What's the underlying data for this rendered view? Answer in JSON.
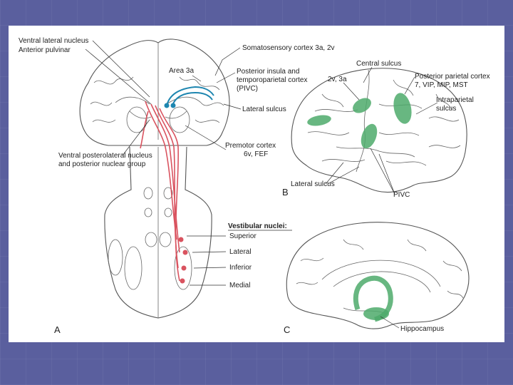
{
  "panel_a": {
    "letter": "A",
    "labels": {
      "ventral_lateral_nucleus": "Ventral lateral nucleus",
      "anterior_pulvinar": "Anterior pulvinar",
      "somatosensory_cortex": "Somatosensory cortex 3a, 2v",
      "area_3a": "Area 3a",
      "posterior_insula_1": "Posterior insula and",
      "posterior_insula_2": "temporoparietal cortex",
      "posterior_insula_3": "(PIVC)",
      "lateral_sulcus": "Lateral sulcus",
      "vpl_1": "Ventral posterolateral nucleus",
      "vpl_2": "and posterior nuclear group",
      "premotor_1": "Premotor cortex",
      "premotor_2": "6v, FEF",
      "vestibular_nuclei": "Vestibular nuclei:",
      "superior": "Superior",
      "lateral": "Lateral",
      "inferior": "Inferior",
      "medial": "Medial"
    }
  },
  "panel_b": {
    "letter": "B",
    "labels": {
      "central_sulcus": "Central sulcus",
      "two_v_3a": "2v, 3a",
      "posterior_parietal_1": "Posterior parietal cortex",
      "posterior_parietal_2": "7, VIP, MIP, MST",
      "intraparietal_1": "Intraparietal",
      "intraparietal_2": "sulcus",
      "lateral_sulcus": "Lateral sulcus",
      "pivc": "PIVC"
    }
  },
  "panel_c": {
    "letter": "C",
    "labels": {
      "hippocampus": "Hippocampus"
    }
  },
  "colors": {
    "pathway_red": "#d9535f",
    "pathway_blue": "#1e86b0",
    "area_green": "#4daa6b",
    "background": "#5a5f9e"
  }
}
